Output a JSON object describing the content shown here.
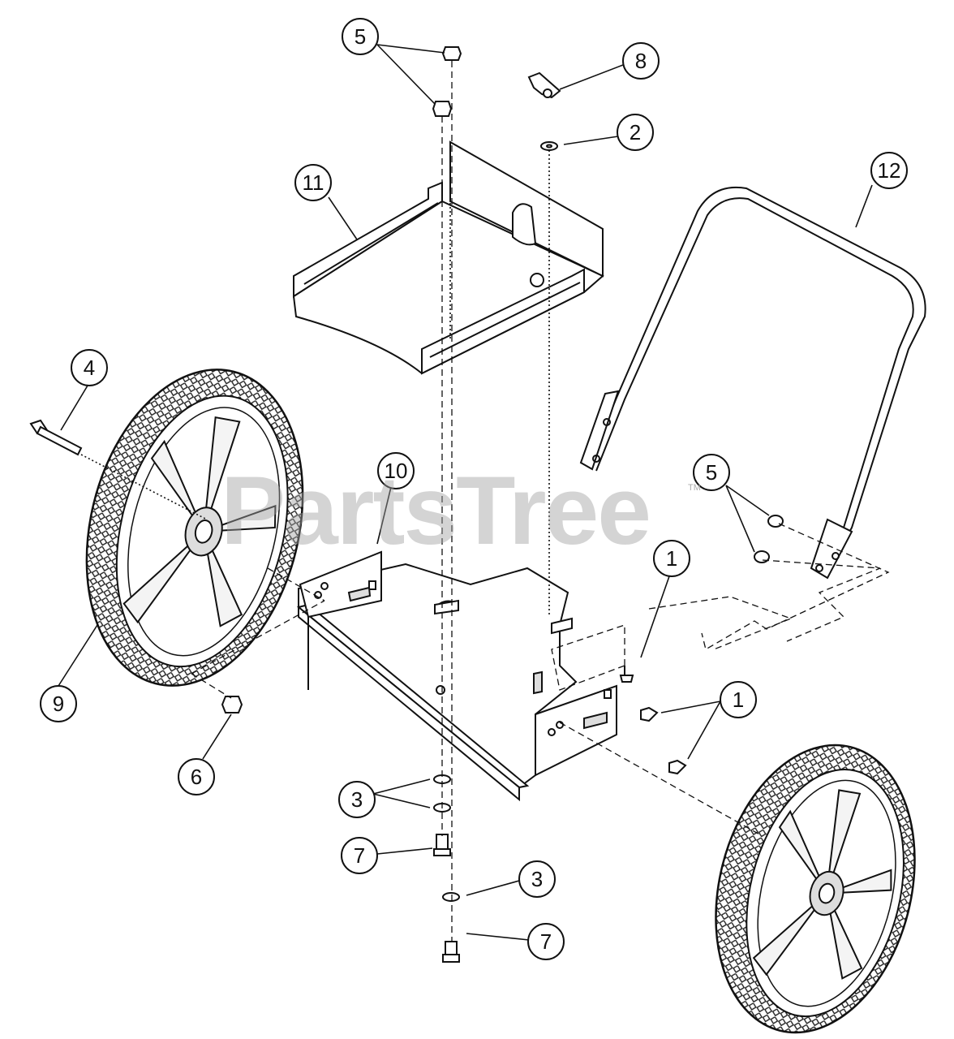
{
  "watermark": {
    "text": "PartsTree",
    "trademark": "TM"
  },
  "callouts": [
    {
      "id": "c5a",
      "label": "5"
    },
    {
      "id": "c8",
      "label": "8"
    },
    {
      "id": "c2",
      "label": "2"
    },
    {
      "id": "c11",
      "label": "11"
    },
    {
      "id": "c12",
      "label": "12"
    },
    {
      "id": "c4",
      "label": "4"
    },
    {
      "id": "c10",
      "label": "10"
    },
    {
      "id": "c5b",
      "label": "5"
    },
    {
      "id": "c1a",
      "label": "1"
    },
    {
      "id": "c1b",
      "label": "1"
    },
    {
      "id": "c9",
      "label": "9"
    },
    {
      "id": "c6",
      "label": "6"
    },
    {
      "id": "c3a",
      "label": "3"
    },
    {
      "id": "c7a",
      "label": "7"
    },
    {
      "id": "c3b",
      "label": "3"
    },
    {
      "id": "c7b",
      "label": "7"
    }
  ]
}
